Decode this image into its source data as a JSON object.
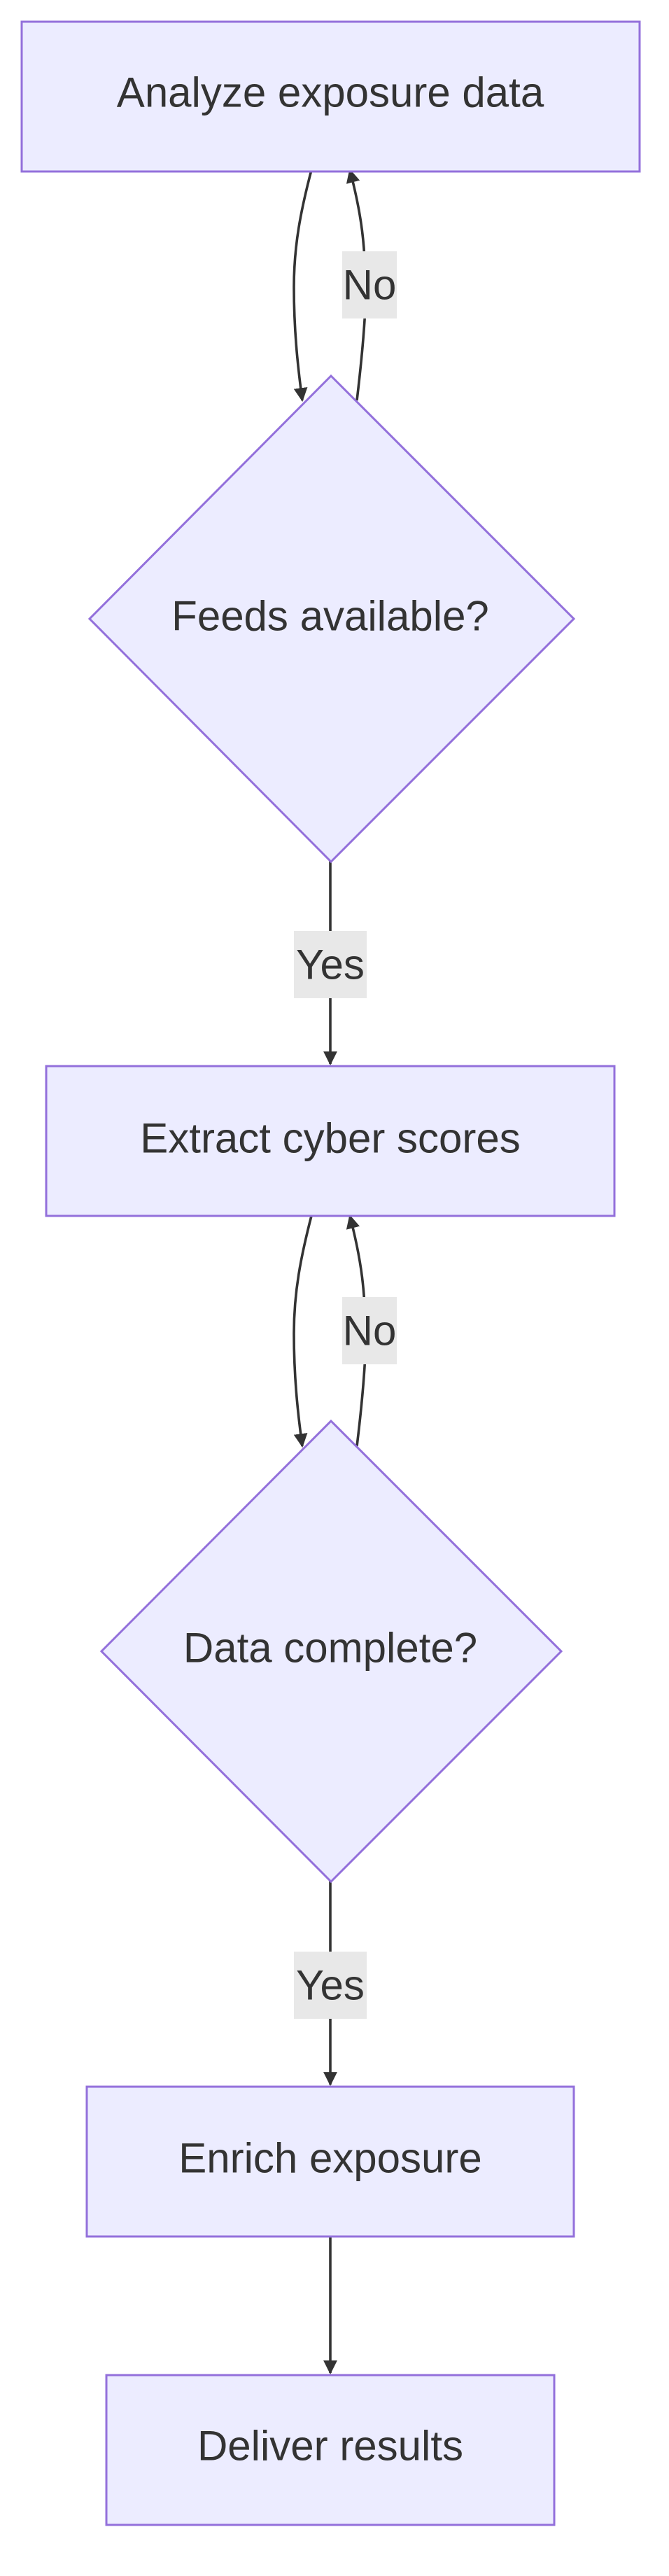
{
  "nodes": {
    "analyze": "Analyze exposure data",
    "feeds": "Feeds available?",
    "extract": "Extract cyber scores",
    "complete": "Data complete?",
    "enrich": "Enrich exposure",
    "deliver": "Deliver results"
  },
  "edges": {
    "feeds_no": "No",
    "feeds_yes": "Yes",
    "complete_no": "No",
    "complete_yes": "Yes"
  },
  "colors": {
    "node_fill": "#ececff",
    "node_stroke": "#9370db",
    "text": "#333333",
    "edge": "#333333",
    "label_bg": "#e8e8e8"
  }
}
